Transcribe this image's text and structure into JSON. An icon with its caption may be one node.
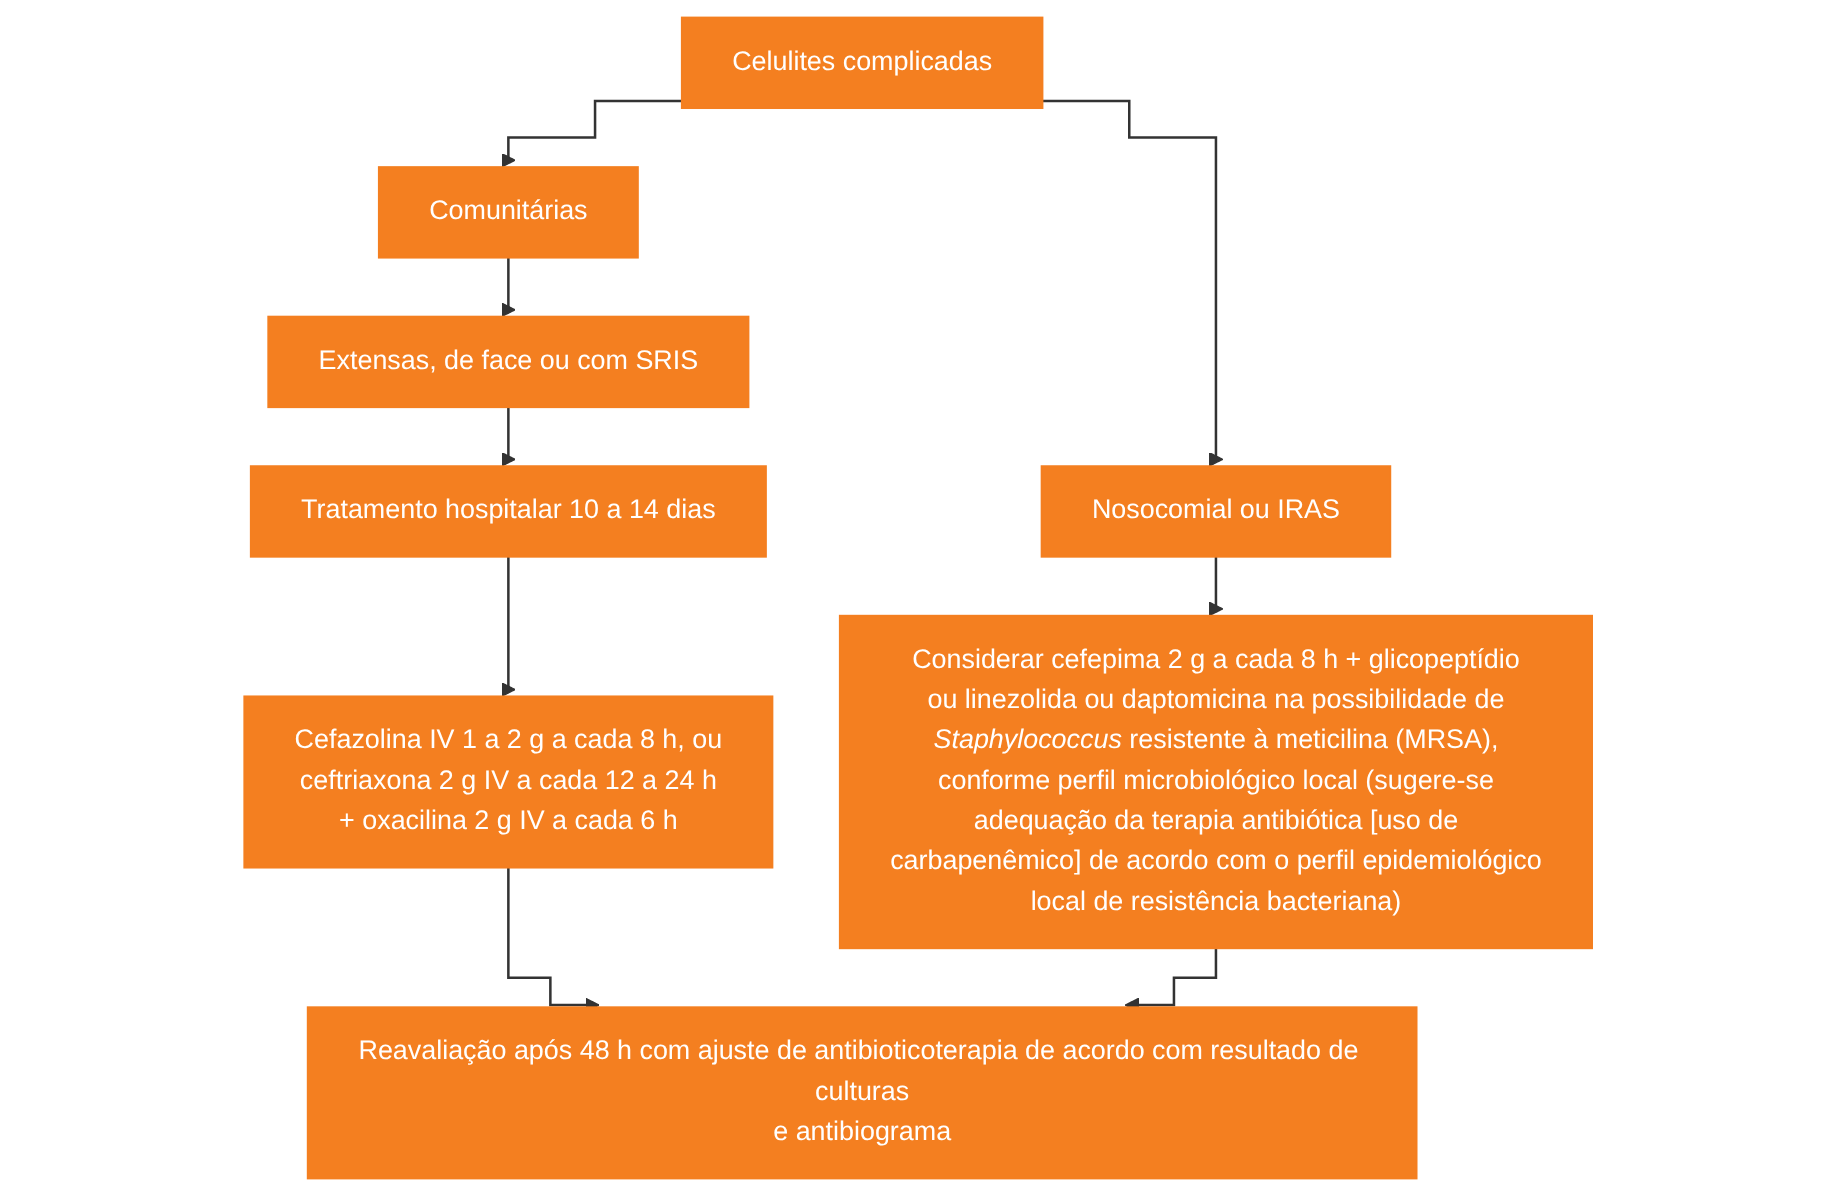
{
  "diagram": {
    "nodes": [
      {
        "text": [
          "Celulites complicadas"
        ]
      },
      {
        "text": [
          "Comunitárias"
        ]
      },
      {
        "text": [
          "Nosocomial ou IRAS"
        ]
      },
      {
        "text": [
          "Extensas, de face ou com SRIS"
        ]
      },
      {
        "text": [
          "Tratamento hospitalar 10 a 14 dias"
        ]
      },
      {
        "text": [
          "Cefazolina IV 1 a 2 g a cada 8 h, ou ceftriaxona 2 g IV a cada 12 a 24 h + oxacilina 2 g IV a cada 6 h"
        ]
      },
      {
        "text": [
          "Considerar cefepima 2 g a cada 8 h + glicopeptídio ou linezolida ou daptomicina na possibilidade de *Staphylococcus* resistente à meticilina (MRSA), conforme perfil microbiológico local (sugere-se adequação da terapia antibiótica [uso de carbapenêmico] de acordo com o perfil epidemiológico local de resistência bacteriana)"
        ]
      },
      {
        "text": [
          "Reavaliação após 48 h com ajuste de antibioticoterapia de acordo com resultado de culturas e antibiograma"
        ]
      }
    ],
    "edges": [
      {
        "from": 0,
        "to": 1,
        "arrow": "to"
      },
      {
        "from": 0,
        "to": 2,
        "arrow": "to"
      },
      {
        "from": 1,
        "to": 3,
        "arrow": "to"
      },
      {
        "from": 3,
        "to": 4,
        "arrow": "to"
      },
      {
        "from": 4,
        "to": 5,
        "arrow": "to"
      },
      {
        "from": 2,
        "to": 6,
        "arrow": "to"
      },
      {
        "from": 5,
        "to": 7,
        "arrow": "to"
      },
      {
        "from": 6,
        "to": 7,
        "arrow": "to"
      }
    ]
  }
}
